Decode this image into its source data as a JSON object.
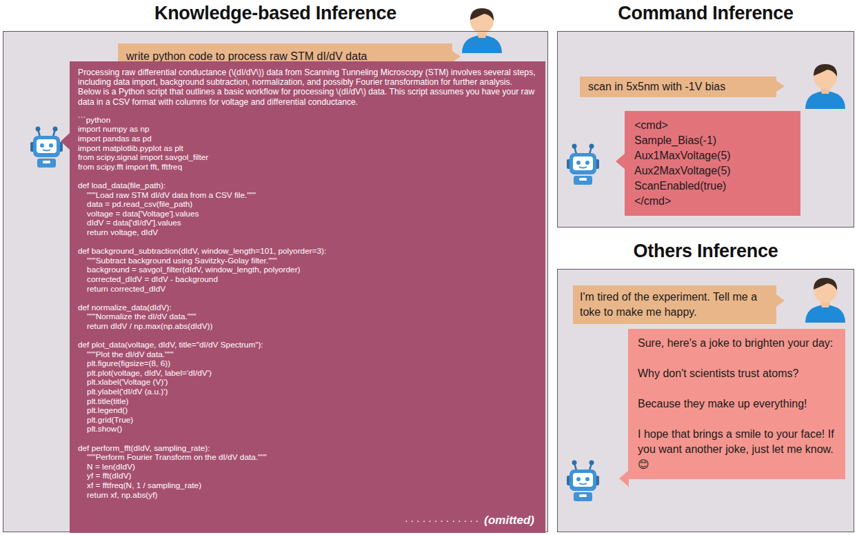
{
  "diagram": {
    "nodes": [
      {
        "text": [
          "Knowledge-based Inference"
        ]
      },
      {
        "text": [
          "write python code to process raw STM dI/dV data"
        ],
        "in": 0
      },
      {
        "text": [
          "Processing raw differential conductance (\\(dI/dV\\)) data from Scanning Tunneling Microscopy (STM) involves several steps, including data import, background subtraction, normalization, and possibly Fourier transformation for further analysis. Below is a Python script that outlines a basic workflow for processing \\(dI/dV\\) data. This script assumes you have your raw data in a CSV format with columns for voltage and differential conductance.",
          "```python",
          "import numpy as np",
          "import pandas as pd",
          "import matplotlib.pyplot as plt",
          "from scipy.signal import savgol_filter",
          "from scipy.fft import fft, fftfreq",
          "def load_data(file_path):",
          "    \"\"\"Load raw STM dI/dV data from a CSV file.\"\"\"",
          "    data = pd.read_csv(file_path)",
          "    voltage = data['Voltage'].values",
          "    dIdV = data['dI/dV'].values",
          "    return voltage, dIdV",
          "def background_subtraction(dIdV, window_length=101, polyorder=3):",
          "    \"\"\"Subtract background using Savitzky-Golay filter.\"\"\"",
          "    background = savgol_filter(dIdV, window_length, polyorder)",
          "    corrected_dIdV = dIdV - background",
          "    return corrected_dIdV",
          "def normalize_data(dIdV):",
          "    \"\"\"Normalize the dI/dV data.\"\"\"",
          "    return dIdV / np.max(np.abs(dIdV))",
          "def plot_data(voltage, dIdV, title=\"dI/dV Spectrum\"):",
          "    \"\"\"Plot the dI/dV data.\"\"\"",
          "    plt.figure(figsize=(8, 6))",
          "    plt.plot(voltage, dIdV, label='dI/dV')",
          "    plt.xlabel('Voltage (V)')",
          "    plt.ylabel('dI/dV (a.u.)')",
          "    plt.title(title)",
          "    plt.legend()",
          "    plt.grid(True)",
          "    plt.show()",
          "def perform_fft(dIdV, sampling_rate):",
          "    \"\"\"Perform Fourier Transform on the dI/dV data.\"\"\"",
          "    N = len(dIdV)",
          "    yf = fft(dIdV)",
          "    xf = fftfreq(N, 1 / sampling_rate)",
          "    return xf, np.abs(yf)",
          "· · · · · · · · · · · · ·",
          "(omitted)"
        ],
        "in": 0
      },
      {
        "text": [
          "Command Inference"
        ]
      },
      {
        "text": [
          "scan in 5x5nm with -1V bias"
        ],
        "in": 3
      },
      {
        "text": [
          "<cmd>",
          "Sample_Bias(-1)",
          "Aux1MaxVoltage(5)",
          "Aux2MaxVoltage(5)",
          "ScanEnabled(true)",
          "</cmd>"
        ],
        "in": 3
      },
      {
        "text": [
          "Others Inference"
        ]
      },
      {
        "text": [
          "I'm tired of the experiment. Tell me a toke to make me happy."
        ],
        "in": 6
      },
      {
        "text": [
          "Sure, here's a joke to brighten your day:",
          "Why don't scientists trust atoms?",
          "Because they make up everything!",
          "I hope that brings a smile to your face! If you want another joke, just let me know. 😊"
        ],
        "in": 6
      }
    ]
  }
}
